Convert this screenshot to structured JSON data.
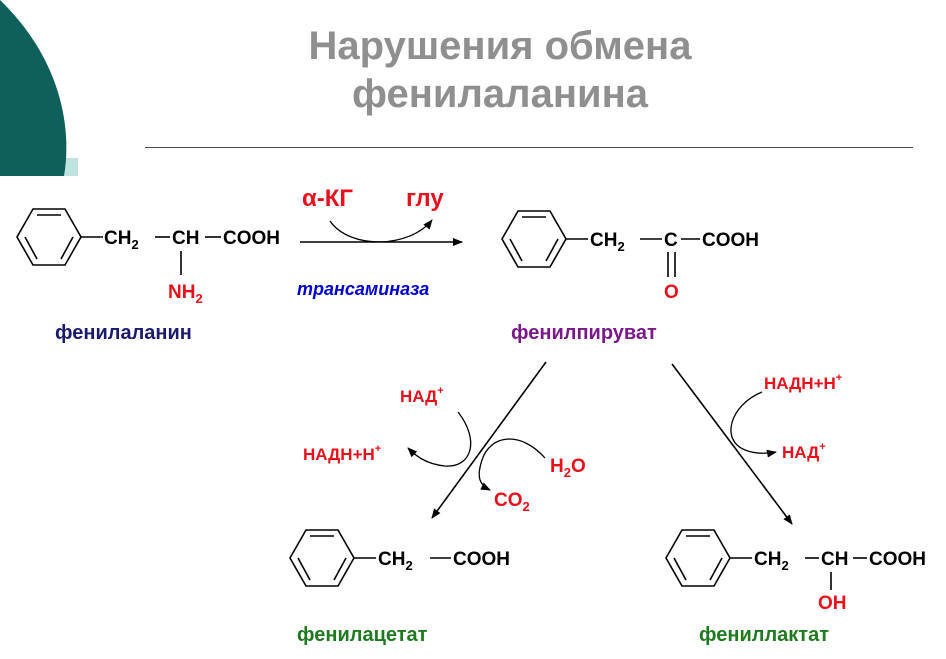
{
  "title": {
    "line1": "Нарушения обмена",
    "line2": "фенилаланина"
  },
  "colors": {
    "title": "#8f8f8f",
    "teal": "#0f5f5a",
    "teal_light": "#bfe4df",
    "red": "#e8111b",
    "blue": "#0000d0",
    "navy": "#1a1a6e",
    "purple": "#7a1a8a",
    "green": "#1f7a1f"
  },
  "phenylalanine": {
    "ch2": "CH",
    "sub2": "2",
    "ch": "CH",
    "cooh": "COOH",
    "nh": "NH",
    "nh_sub": "2",
    "name": "фенилаланин"
  },
  "transamination": {
    "akg": "α-КГ",
    "glu": "глу",
    "enzyme": "трансаминаза"
  },
  "phenylpyruvate": {
    "ch2": "CH",
    "sub2": "2",
    "c": "C",
    "cooh": "COOH",
    "o": "O",
    "name": "фенилпируват"
  },
  "left_branch": {
    "nad_plus": "НАД",
    "sup_plus": "+",
    "nadh": "НАДН+Н",
    "water_h": "H",
    "water_sub": "2",
    "water_o": "O",
    "co": "CO",
    "co_sub": "2"
  },
  "right_branch": {
    "nadh": "НАДН+Н",
    "sup_plus": "+",
    "nad_plus": "НАД"
  },
  "phenylacetate": {
    "ch2": "CH",
    "sub2": "2",
    "cooh": "COOH",
    "name": "фенилацетат"
  },
  "phenyllactate": {
    "ch2": "CH",
    "sub2": "2",
    "ch": "CH",
    "cooh": "COOH",
    "oh": "OH",
    "name": "фениллактат"
  }
}
